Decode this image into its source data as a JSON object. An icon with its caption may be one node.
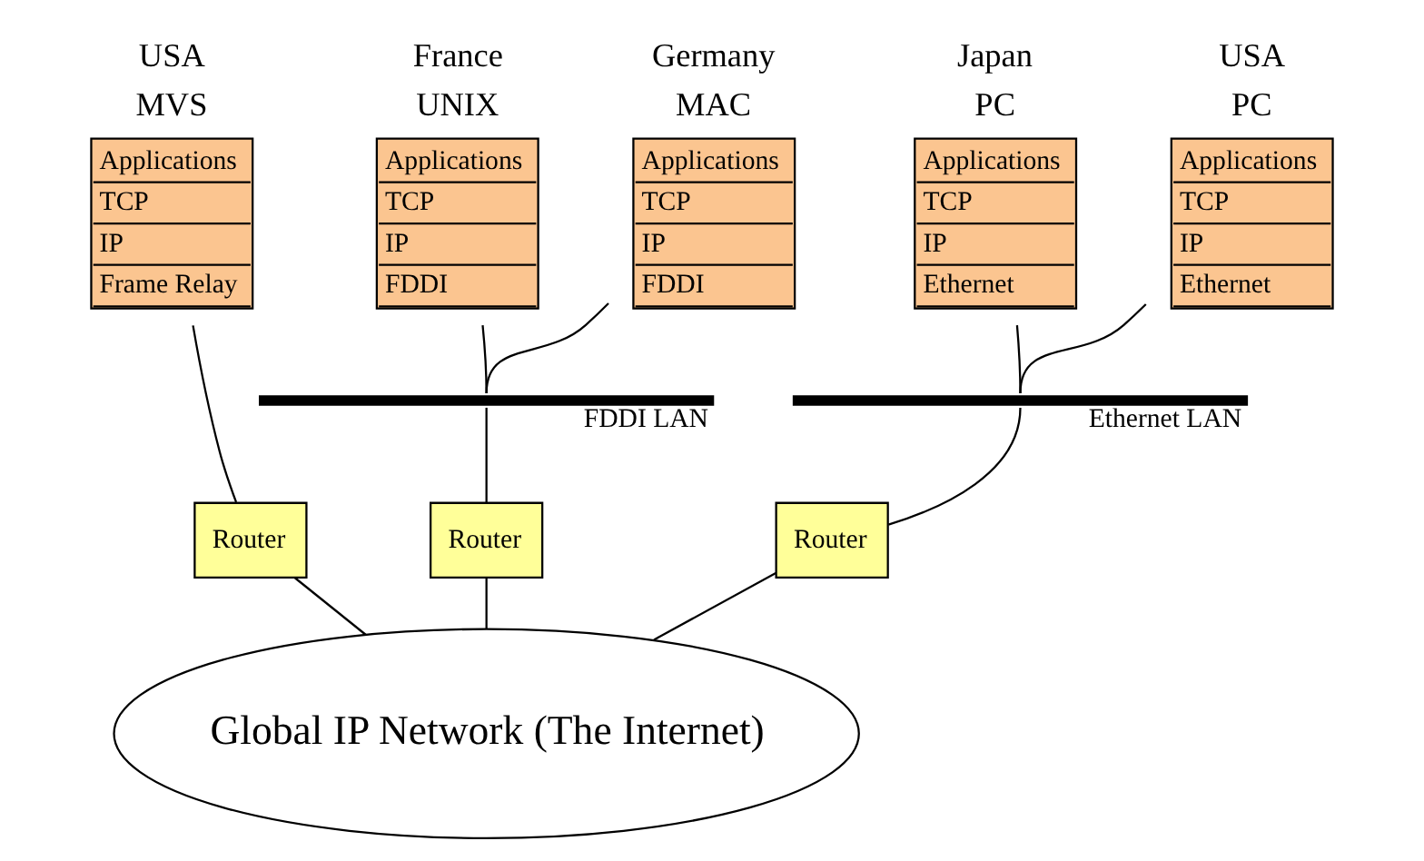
{
  "diagram": {
    "nodes": [
      {
        "text": [
          "Applications",
          "TCP",
          "IP",
          "Frame Relay"
        ],
        "beside": [
          "USA",
          "MVS"
        ]
      },
      {
        "text": [
          "Applications",
          "TCP",
          "IP",
          "FDDI"
        ],
        "beside": [
          "France",
          "UNIX"
        ]
      },
      {
        "text": [
          "Applications",
          "TCP",
          "IP",
          "FDDI"
        ],
        "beside": [
          "Germany",
          "MAC"
        ]
      },
      {
        "text": [
          "Applications",
          "TCP",
          "IP",
          "Ethernet"
        ],
        "beside": [
          "Japan",
          "PC"
        ]
      },
      {
        "text": [
          "Applications",
          "TCP",
          "IP",
          "Ethernet"
        ],
        "beside": [
          "USA",
          "PC"
        ]
      },
      {
        "text": [],
        "shape": "bar",
        "beside": [
          "FDDI LAN"
        ]
      },
      {
        "text": [],
        "shape": "bar",
        "beside": [
          "Ethernet LAN"
        ]
      },
      {
        "text": [
          "Router"
        ]
      },
      {
        "text": [
          "Router"
        ]
      },
      {
        "text": [
          "Router"
        ]
      },
      {
        "text": [
          "Global IP Network (The Internet)"
        ]
      }
    ],
    "edges": [
      {
        "from": 0,
        "to": 7,
        "arrow": "none"
      },
      {
        "from": 1,
        "to": 5,
        "arrow": "none"
      },
      {
        "from": 2,
        "to": 5,
        "arrow": "none"
      },
      {
        "from": 5,
        "to": 8,
        "arrow": "none"
      },
      {
        "from": 3,
        "to": 6,
        "arrow": "none"
      },
      {
        "from": 4,
        "to": 6,
        "arrow": "none"
      },
      {
        "from": 6,
        "to": 9,
        "arrow": "none"
      },
      {
        "from": 7,
        "to": 10,
        "arrow": "none"
      },
      {
        "from": 8,
        "to": 10,
        "arrow": "none"
      },
      {
        "from": 9,
        "to": 10,
        "arrow": "none"
      }
    ]
  }
}
